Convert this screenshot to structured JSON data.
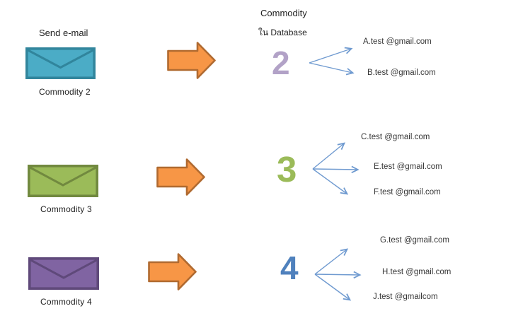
{
  "headers": {
    "send_email": "Send e-mail",
    "db_line1": "Commodity",
    "db_line2": "ใน Database"
  },
  "colors": {
    "block_arrow_fill": "#f79646",
    "block_arrow_stroke": "#b06a30",
    "connector": "#6f9ad0",
    "text": "#1f1f1f"
  },
  "rows": [
    {
      "envelope_label": "Commodity 2",
      "envelope_fill": "#4bacc6",
      "envelope_stroke": "#31859c",
      "db_number": "2",
      "db_number_color": "#b2a2c7",
      "emails": [
        "A.test @gmail.com",
        "B.test @gmail.com"
      ]
    },
    {
      "envelope_label": "Commodity 3",
      "envelope_fill": "#9bbb59",
      "envelope_stroke": "#71893f",
      "db_number": "3",
      "db_number_color": "#9bbb59",
      "emails": [
        "C.test @gmail.com",
        "E.test @gmail.com",
        "F.test @gmail.com"
      ]
    },
    {
      "envelope_label": "Commodity 4",
      "envelope_fill": "#8064a2",
      "envelope_stroke": "#5f497a",
      "db_number": "4",
      "db_number_color": "#4f81bd",
      "emails": [
        "G.test @gmail.com",
        "H.test @gmail.com",
        "J.test @gmailcom"
      ]
    }
  ]
}
